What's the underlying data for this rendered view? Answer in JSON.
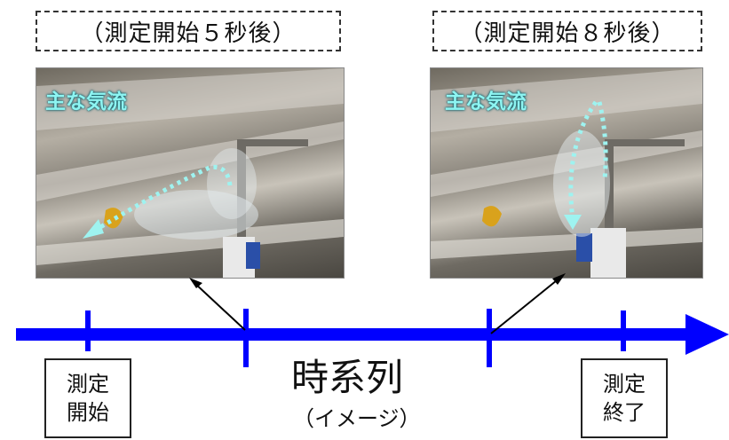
{
  "panels": [
    {
      "caption": "（測定開始５秒後）",
      "airflow_label": "主な気流"
    },
    {
      "caption": "（測定開始８秒後）",
      "airflow_label": "主な気流"
    }
  ],
  "timeline": {
    "title": "時系列",
    "subtitle": "（イメージ）",
    "start_box": {
      "line1": "測定",
      "line2": "開始"
    },
    "end_box": {
      "line1": "測定",
      "line2": "終了"
    }
  },
  "colors": {
    "timeline": "#0000ff",
    "airflow_arrow": "#9ef3f0",
    "caption_border": "#333333"
  },
  "icons": [
    "airflow-arrow-icon",
    "pointer-arrow-icon",
    "timeline-arrow-icon"
  ]
}
